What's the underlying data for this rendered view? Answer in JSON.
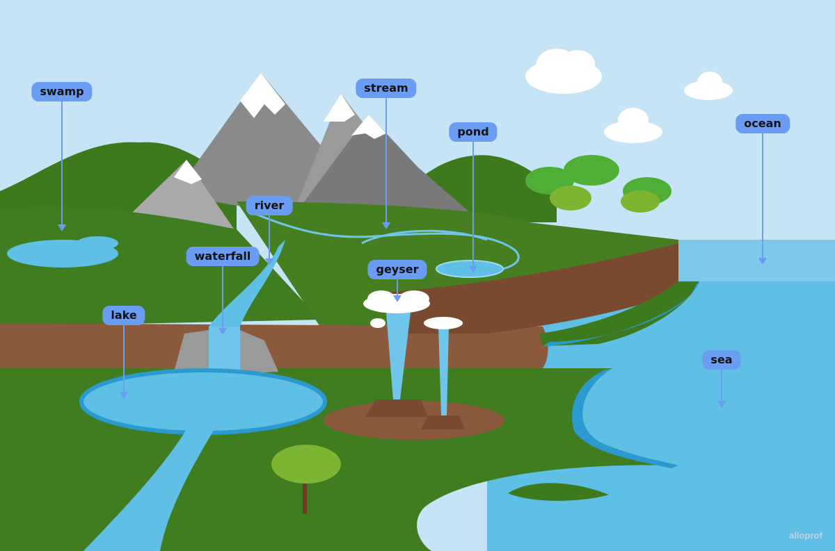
{
  "labels": {
    "swamp": "swamp",
    "stream": "stream",
    "pond": "pond",
    "ocean": "ocean",
    "river": "river",
    "waterfall": "waterfall",
    "geyser": "geyser",
    "lake": "lake",
    "sea": "sea"
  },
  "brand": "alloprof",
  "colors": {
    "sky": "#c6e4f5",
    "water": "#5fbfe4",
    "grass": "#3d7a1e",
    "cliff": "#8b5a3c",
    "label": "#6a9cf3"
  }
}
